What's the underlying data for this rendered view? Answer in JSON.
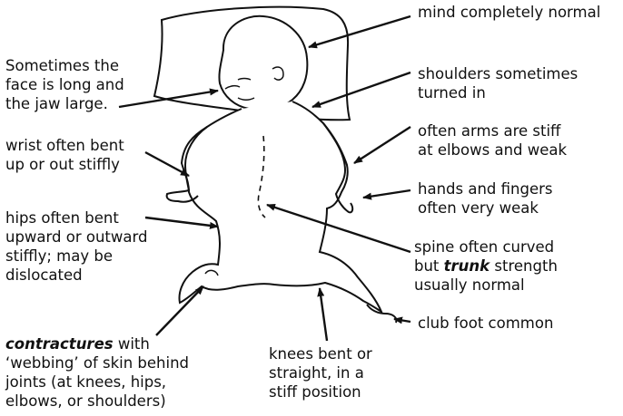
{
  "colors": {
    "ink": "#111111",
    "background": "#ffffff"
  },
  "labels": {
    "mind": {
      "lines": [
        "mind completely normal"
      ]
    },
    "face": {
      "lines": [
        "Sometimes the",
        "face is long and",
        "the jaw large."
      ]
    },
    "shoulders": {
      "lines": [
        "shoulders sometimes",
        "turned in"
      ]
    },
    "arms": {
      "lines": [
        "often arms are stiff",
        "at elbows and weak"
      ]
    },
    "wrist": {
      "lines": [
        "wrist often bent",
        "up or out stiffly"
      ]
    },
    "hands": {
      "lines": [
        "hands and fingers",
        "often very weak"
      ]
    },
    "hips": {
      "lines": [
        "hips often bent",
        "upward or outward",
        "stiffly; may be",
        "dislocated"
      ]
    },
    "spine": {
      "line1": "spine often curved",
      "line2_pre": "but ",
      "line2_em": "trunk",
      "line2_post": " strength",
      "line3": "usually normal"
    },
    "club_foot": {
      "lines": [
        "club foot common"
      ]
    },
    "contractures": {
      "line1_em": "contractures",
      "line1_post": " with",
      "line2": "‘webbing’ of skin behind",
      "line3": "joints (at knees, hips,",
      "line4": "elbows, or shoulders)"
    },
    "knees": {
      "lines": [
        "knees bent or",
        "straight, in a",
        "stiff position"
      ]
    }
  }
}
